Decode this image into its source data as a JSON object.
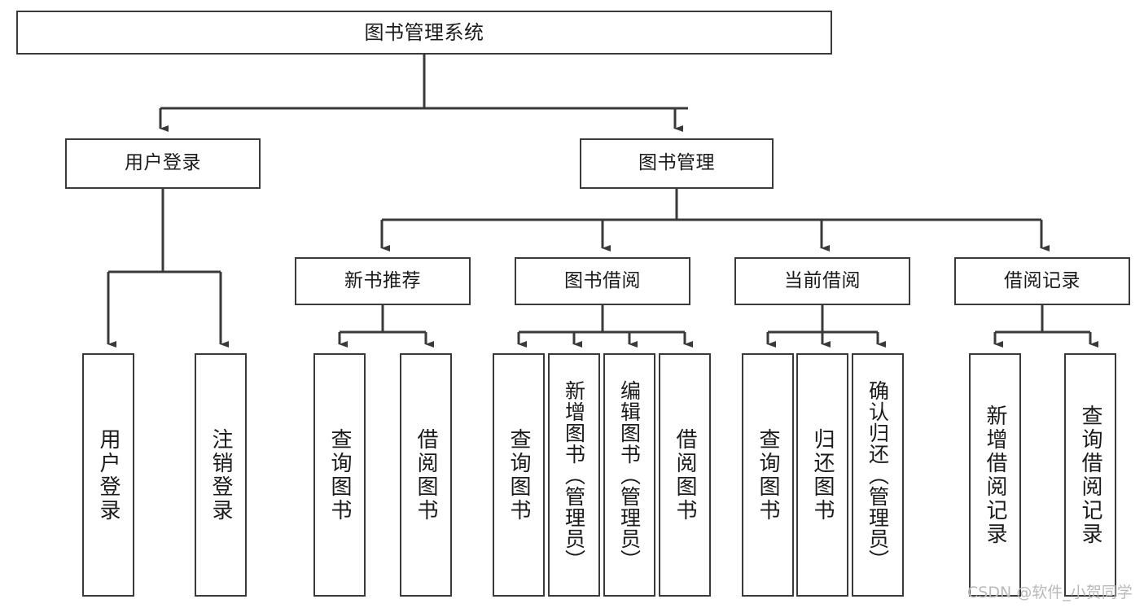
{
  "diagram": {
    "type": "tree",
    "title": "图书管理系统",
    "orientation": "top-down",
    "colors": {
      "background": "#ffffff",
      "box_border": "#3a3a3a",
      "box_fill": "#ffffff",
      "connector": "#3a3a3a",
      "text": "#1a1a1a",
      "watermark": "#b9b9b9"
    }
  },
  "root": {
    "label": "图书管理系统"
  },
  "level1": [
    {
      "label": "用户登录"
    },
    {
      "label": "图书管理"
    }
  ],
  "level2": [
    {
      "label": "新书推荐"
    },
    {
      "label": "图书借阅"
    },
    {
      "label": "当前借阅"
    },
    {
      "label": "借阅记录"
    }
  ],
  "leaves": {
    "user_login": [
      {
        "label": "用户登录"
      },
      {
        "label": "注销登录"
      }
    ],
    "new_book": [
      {
        "label": "查询图书"
      },
      {
        "label": "借阅图书"
      }
    ],
    "book_borrow": [
      {
        "label": "查询图书"
      },
      {
        "label": "新增图书（管理员）"
      },
      {
        "label": "编辑图书（管理员）"
      },
      {
        "label": "借阅图书"
      }
    ],
    "current_borrow": [
      {
        "label": "查询图书"
      },
      {
        "label": "归还图书"
      },
      {
        "label": "确认归还（管理员）"
      }
    ],
    "borrow_record": [
      {
        "label": "新增借阅记录"
      },
      {
        "label": "查询借阅记录"
      }
    ]
  },
  "watermark": {
    "text": "CSDN @软件_小贺同学"
  }
}
